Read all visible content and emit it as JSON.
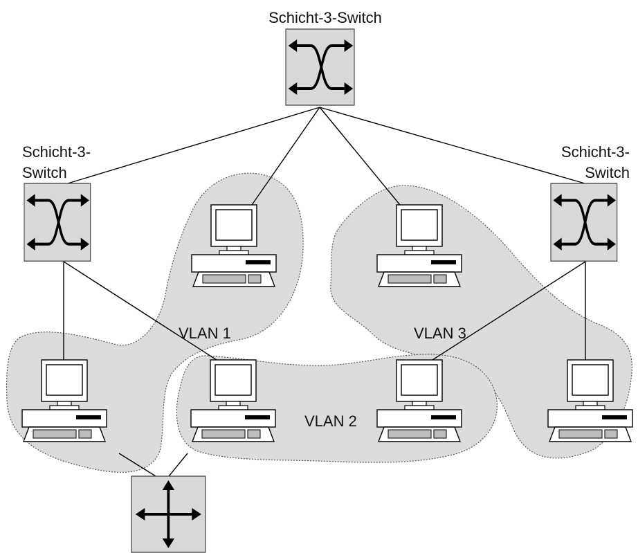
{
  "diagram": {
    "colors": {
      "vlan_fill": "#dcdcdc",
      "switch_fill": "#d9d9d9",
      "pc_fill": "#ffffff",
      "line": "#000000"
    },
    "switches": {
      "top": {
        "label": "Schicht-3-Switch",
        "icon": "layer3-switch-icon"
      },
      "left": {
        "label_line1": "Schicht-3-",
        "label_line2": "Switch",
        "icon": "layer3-switch-icon"
      },
      "right": {
        "label_line1": "Schicht-3-",
        "label_line2": "Switch",
        "icon": "layer3-switch-icon"
      },
      "bottom": {
        "icon": "layer2-switch-icon"
      }
    },
    "vlans": {
      "vlan1": "VLAN 1",
      "vlan2": "VLAN 2",
      "vlan3": "VLAN 3"
    },
    "computers": [
      {
        "id": "pc-upper-left",
        "icon": "desktop-computer-icon"
      },
      {
        "id": "pc-upper-right",
        "icon": "desktop-computer-icon"
      },
      {
        "id": "pc-lower-1",
        "icon": "desktop-computer-icon"
      },
      {
        "id": "pc-lower-2",
        "icon": "desktop-computer-icon"
      },
      {
        "id": "pc-lower-3",
        "icon": "desktop-computer-icon"
      },
      {
        "id": "pc-lower-4",
        "icon": "desktop-computer-icon"
      }
    ]
  }
}
